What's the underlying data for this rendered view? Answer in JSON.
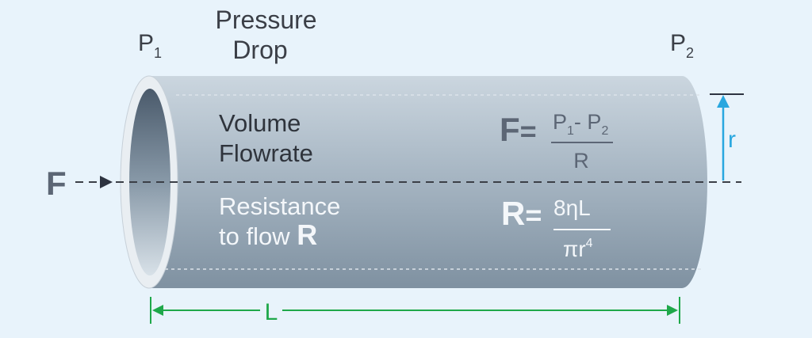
{
  "labels": {
    "p1": {
      "letter": "P",
      "sub": "1"
    },
    "p2": {
      "letter": "P",
      "sub": "2"
    },
    "pressure_drop": [
      "Pressure",
      "Drop"
    ],
    "volume_flowrate": [
      "Volume",
      "Flowrate"
    ],
    "resistance": [
      "Resistance",
      "to flow "
    ],
    "resistance_symbol": "R",
    "flow_symbol": "F",
    "radius": "r",
    "length": "L"
  },
  "formula_flow": {
    "lhs": "F",
    "equals": "=",
    "num_p1": "P",
    "num_sub1": "1",
    "num_minus": "- P",
    "num_sub2": "2",
    "den": "R"
  },
  "formula_resistance": {
    "lhs": "R",
    "equals": "=",
    "num": "8ηL",
    "den_base": "πr",
    "den_exp": "4"
  },
  "colors": {
    "background": "#e8f3fb",
    "text_dark": "#3b3f47",
    "text_light": "#f4f7fa",
    "formula_gray": "#5c6675",
    "radius_blue": "#29a7df",
    "length_green": "#1fa84a",
    "flow_arrow": "#2d3340"
  }
}
